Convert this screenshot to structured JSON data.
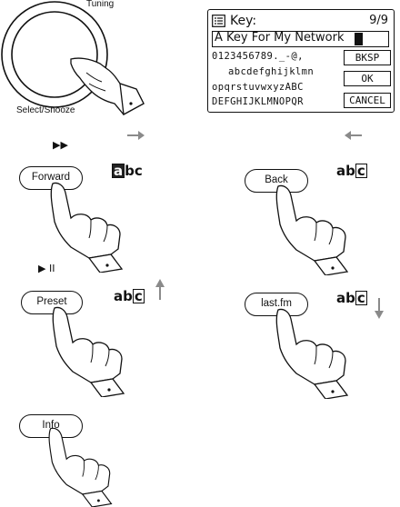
{
  "dial": {
    "top_label": "Tuning",
    "bottom_label": "Select/Snooze"
  },
  "lcd": {
    "title": "Key:",
    "counter": "9/9",
    "input_value": "A Key For My Network",
    "char_rows": [
      "0123456789._-@,",
      "abcdefghijklmn",
      "opqrstuvwxyzABC",
      "DEFGHIJKLMNOPQR"
    ],
    "buttons": {
      "bksp": "BKSP",
      "ok": "OK",
      "cancel": "CANCEL"
    }
  },
  "keys": {
    "forward": {
      "label": "Forward",
      "symbol": "▶▶"
    },
    "back": {
      "label": "Back"
    },
    "preset": {
      "label": "Preset",
      "symbol": "▶ II"
    },
    "lastfm": {
      "label": "last.fm"
    },
    "info": {
      "label": "Info"
    }
  },
  "abc": {
    "forward": {
      "pre": "",
      "boxed": "a",
      "post": "bc"
    },
    "back": {
      "pre": "ab",
      "boxed": "c",
      "post": ""
    },
    "preset": {
      "pre": "ab",
      "boxed": "c",
      "post": ""
    },
    "lastfm": {
      "pre": "ab",
      "boxed": "c",
      "post": ""
    }
  },
  "colors": {
    "ink": "#111111",
    "arrow_gray": "#8a8a8a"
  }
}
